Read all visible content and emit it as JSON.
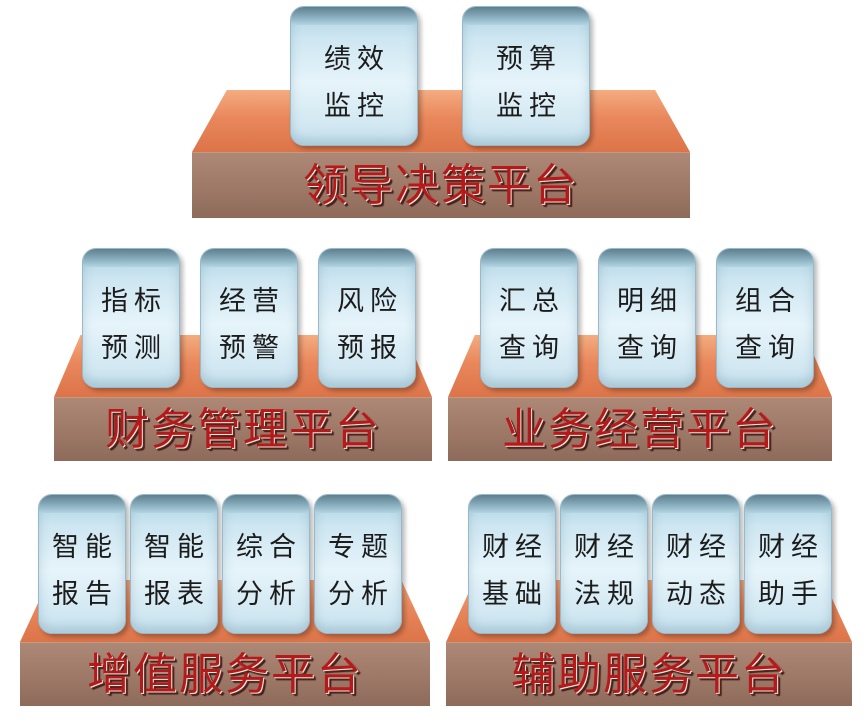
{
  "diagram": {
    "platforms": [
      {
        "label": "领导决策平台",
        "boxes": [
          {
            "line1": "绩效",
            "line2": "监控"
          },
          {
            "line1": "预算",
            "line2": "监控"
          }
        ]
      },
      {
        "label": "财务管理平台",
        "boxes": [
          {
            "line1": "指标",
            "line2": "预测"
          },
          {
            "line1": "经营",
            "line2": "预警"
          },
          {
            "line1": "风险",
            "line2": "预报"
          }
        ]
      },
      {
        "label": "业务经营平台",
        "boxes": [
          {
            "line1": "汇总",
            "line2": "查询"
          },
          {
            "line1": "明细",
            "line2": "查询"
          },
          {
            "line1": "组合",
            "line2": "查询"
          }
        ]
      },
      {
        "label": "增值服务平台",
        "boxes": [
          {
            "line1": "智能",
            "line2": "报告"
          },
          {
            "line1": "智能",
            "line2": "报表"
          },
          {
            "line1": "综合",
            "line2": "分析"
          },
          {
            "line1": "专题",
            "line2": "分析"
          }
        ]
      },
      {
        "label": "辅助服务平台",
        "boxes": [
          {
            "line1": "财经",
            "line2": "基础"
          },
          {
            "line1": "财经",
            "line2": "法规"
          },
          {
            "line1": "财经",
            "line2": "动态"
          },
          {
            "line1": "财经",
            "line2": "助手"
          }
        ]
      }
    ]
  },
  "colors": {
    "label_red": "#b41a1a",
    "platform_front": "#9c7766",
    "platform_top": "#e9875c",
    "box_face": "#e6f4fa",
    "box_cap": "#5e7f8e"
  }
}
